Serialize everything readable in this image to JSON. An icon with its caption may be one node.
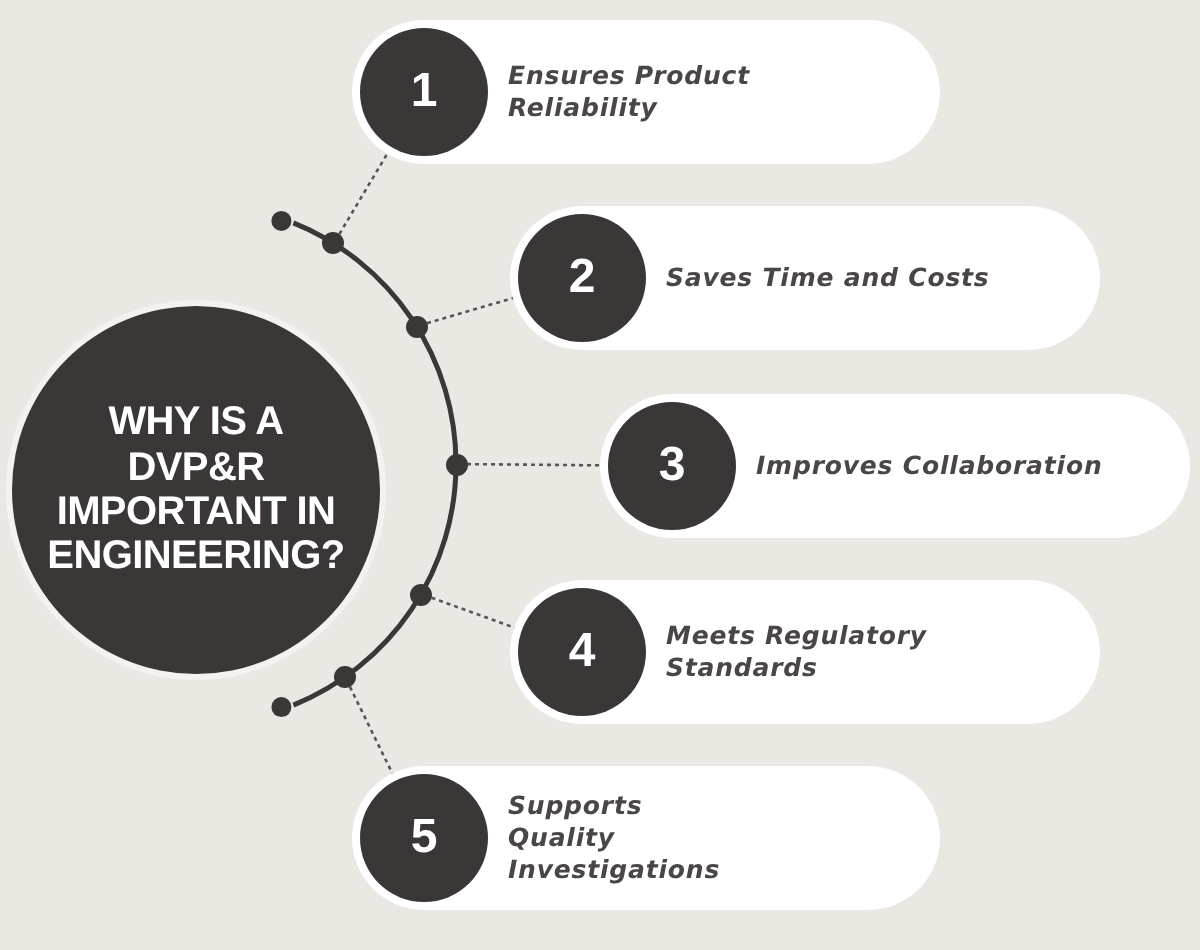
{
  "diagram": {
    "nodes": [
      {
        "text": [
          "WHY IS A DVP&R IMPORTANT IN ENGINEERING?"
        ]
      },
      {
        "text": [
          "Ensures Product Reliability"
        ]
      },
      {
        "text": [
          "1"
        ],
        "in": 1
      },
      {
        "text": [
          "Saves Time and Costs"
        ]
      },
      {
        "text": [
          "2"
        ],
        "in": 3
      },
      {
        "text": [
          "Improves Collaboration"
        ]
      },
      {
        "text": [
          "3"
        ],
        "in": 5
      },
      {
        "text": [
          "Meets Regulatory Standards"
        ]
      },
      {
        "text": [
          "4"
        ],
        "in": 7
      },
      {
        "text": [
          "Supports Quality Investigations"
        ]
      },
      {
        "text": [
          "5"
        ],
        "in": 9
      },
      {
        "text": [],
        "shape": "circle"
      },
      {
        "text": [],
        "shape": "circle"
      },
      {
        "text": [],
        "shape": "circle"
      },
      {
        "text": [],
        "shape": "circle"
      },
      {
        "text": [],
        "shape": "circle"
      }
    ],
    "edges": [
      {
        "from": 11,
        "to": 2,
        "arrow": "none",
        "style": "dashed"
      },
      {
        "from": 12,
        "to": 4,
        "arrow": "none",
        "style": "dashed"
      },
      {
        "from": 13,
        "to": 6,
        "arrow": "none",
        "style": "dashed"
      },
      {
        "from": 14,
        "to": 8,
        "arrow": "none",
        "style": "dashed"
      },
      {
        "from": 15,
        "to": 10,
        "arrow": "none",
        "style": "dashed"
      }
    ]
  }
}
